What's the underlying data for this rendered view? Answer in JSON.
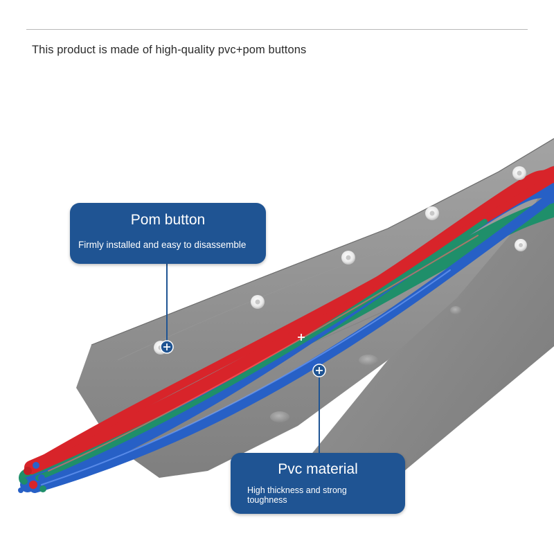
{
  "header": {
    "intro_text": "This product is made of high-quality pvc+pom buttons"
  },
  "callouts": {
    "pom": {
      "title": "Pom button",
      "description": "Firmly installed and easy to disassemble"
    },
    "pvc": {
      "title": "Pvc material",
      "description": "High thickness and strong toughness"
    }
  },
  "colors": {
    "callout_bg": "#1f5493",
    "sleeve_gray": "#8f8f8f",
    "wire_red": "#d8242a",
    "wire_blue": "#2760c6",
    "wire_green": "#1f8f6a",
    "button_white": "#f2f2f2"
  }
}
